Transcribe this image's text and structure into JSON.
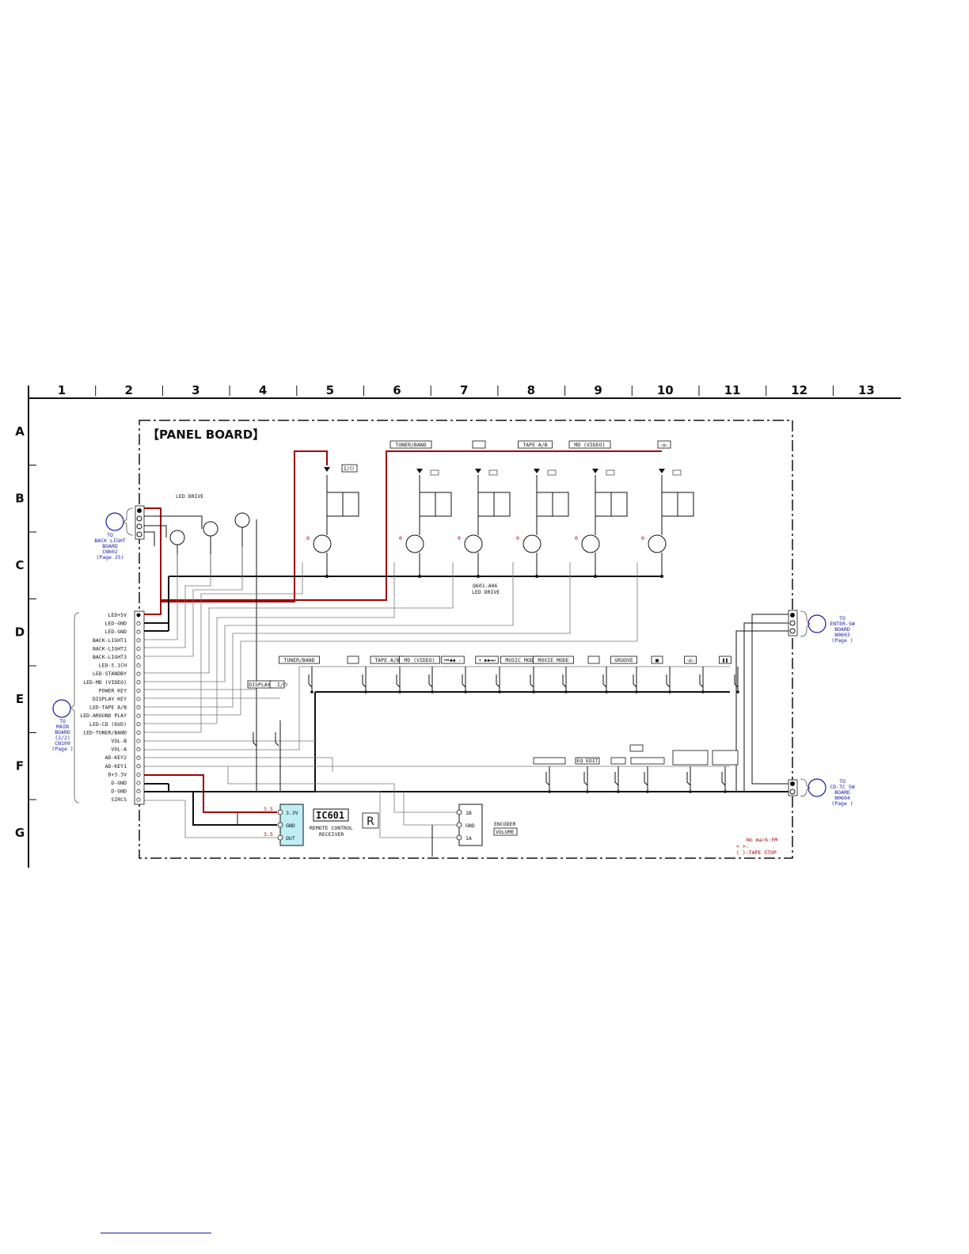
{
  "grid": {
    "columns": [
      "1",
      "2",
      "3",
      "4",
      "5",
      "6",
      "7",
      "8",
      "9",
      "10",
      "11",
      "12",
      "13"
    ],
    "rows": [
      "A",
      "B",
      "C",
      "D",
      "E",
      "F",
      "G"
    ]
  },
  "title": "【PANEL BOARD】",
  "labels": {
    "led_drive": "LED DRIVE",
    "q_led_drive_ref": "Q601-A06",
    "q_led_drive_name": "LED DRIVE",
    "ic601": "IC601",
    "ic601_desc1": "REMOTE CONTROL",
    "ic601_desc2": "RECEIVER",
    "encoder1": "ENCODER",
    "encoder2": "VOLUME",
    "power_sym": "I/⏻",
    "remote_sym": "R",
    "volt_a": "3.5",
    "volt_b": "3.5",
    "zero": "0",
    "ic_pins": [
      "3.3V",
      "GND",
      "OUT"
    ],
    "enc_pins": [
      "1B",
      "GND",
      "1A"
    ]
  },
  "led_labels": [
    "TUNER/BAND",
    "",
    "TAPE A/B",
    "MD (VIDEO)",
    "◁▷"
  ],
  "key_labels": [
    "TUNER/BAND",
    "",
    "TAPE A/B",
    "MD (VIDEO)",
    "⏮◀◀ -",
    "+ ▶▶⏭",
    "MUSIC MODE",
    "MOVIE MODE",
    "",
    "GROOVE",
    "■",
    "◁▷",
    "❚❚"
  ],
  "key_labels2": [
    "DISPLAY",
    "I/⏻"
  ],
  "key_labels3": [
    "",
    "EQ EDIT",
    "",
    "",
    "",
    ""
  ],
  "connectors": {
    "back_light": [
      "TO",
      "BACK LIGHT",
      "BOARD",
      "CN602",
      "(Page 25)"
    ],
    "main": [
      "TO",
      "MAIN",
      "BOARD",
      "(2/2)",
      "CN109",
      "(Page    )"
    ],
    "enter_sw": [
      "TO",
      "ENTER-SW",
      "BOARD",
      "N0603",
      "(Page    )"
    ],
    "cd_tc_sw": [
      "TO",
      "CD-TC SW",
      "BOARD",
      "N0604",
      "(Page    )"
    ]
  },
  "signals": [
    "LED+5V",
    "LED-GND",
    "LED-GND",
    "BACK-LIGHT1",
    "BACK-LIGHT2",
    "BACK-LIGHT3",
    "LED-5.1CH",
    "LED-STANDBY",
    "LED-MD (VIDEO)",
    "POWER KEY",
    "DISPLAY KEY",
    "LED-TAPE A/B",
    "LED-AROUND PLAY",
    "LED-CD (DVD)",
    "LED-TUNER/BAND",
    "VOL-B",
    "VOL-A",
    "AD-KEY2",
    "AD-KEY1",
    "D+3.3V",
    "D-GND",
    "D-GND",
    "SIRCS"
  ],
  "notes": [
    "No mark:FM",
    "<    >:",
    "(    ):TAPE STOP"
  ],
  "colors": {
    "power_line": "#a00000",
    "connector": "#1a1aa8",
    "ic_fill": "#bfeff4",
    "note": "#b00000"
  }
}
